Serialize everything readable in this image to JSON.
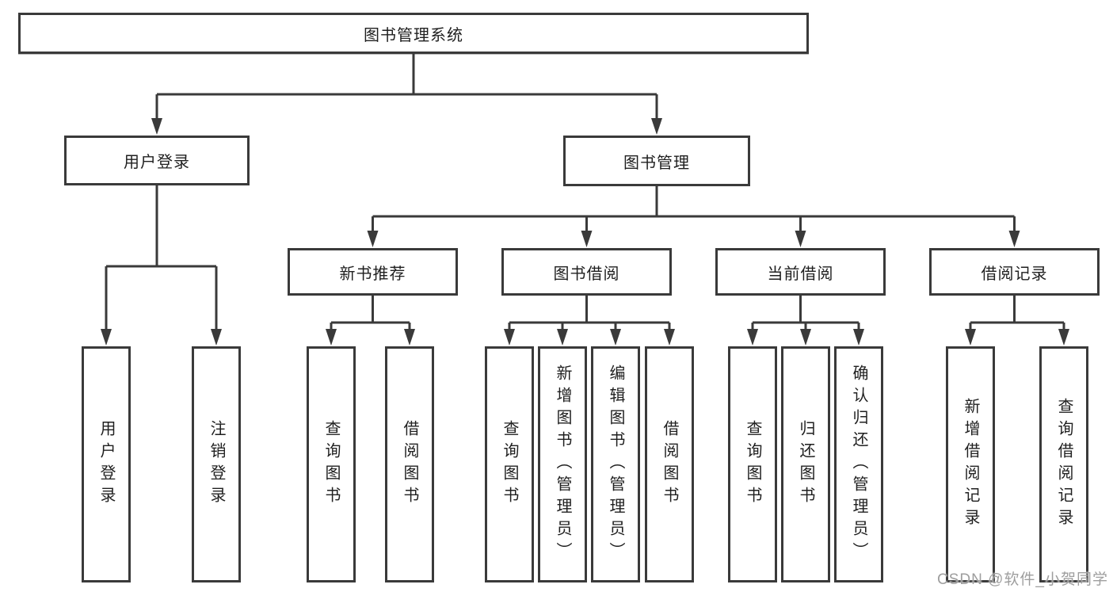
{
  "diagram": {
    "root": {
      "label": "图书管理系统"
    },
    "branches": [
      {
        "label": "用户登录",
        "children": [
          "用户登录",
          "注销登录"
        ]
      },
      {
        "label": "图书管理",
        "sections": [
          {
            "label": "新书推荐",
            "children": [
              "查询图书",
              "借阅图书"
            ]
          },
          {
            "label": "图书借阅",
            "children": [
              "查询图书",
              "新增图书（管理员）",
              "编辑图书（管理员）",
              "借阅图书"
            ]
          },
          {
            "label": "当前借阅",
            "children": [
              "查询图书",
              "归还图书",
              "确认归还（管理员）"
            ]
          },
          {
            "label": "借阅记录",
            "children": [
              "新增借阅记录",
              "查询借阅记录"
            ]
          }
        ]
      }
    ]
  },
  "watermark": "CSDN @软件_小贺同学",
  "colors": {
    "line": "#3a3a3a",
    "text": "#1f1f1f",
    "watermark": "#9e9e9e",
    "background": "#ffffff"
  }
}
